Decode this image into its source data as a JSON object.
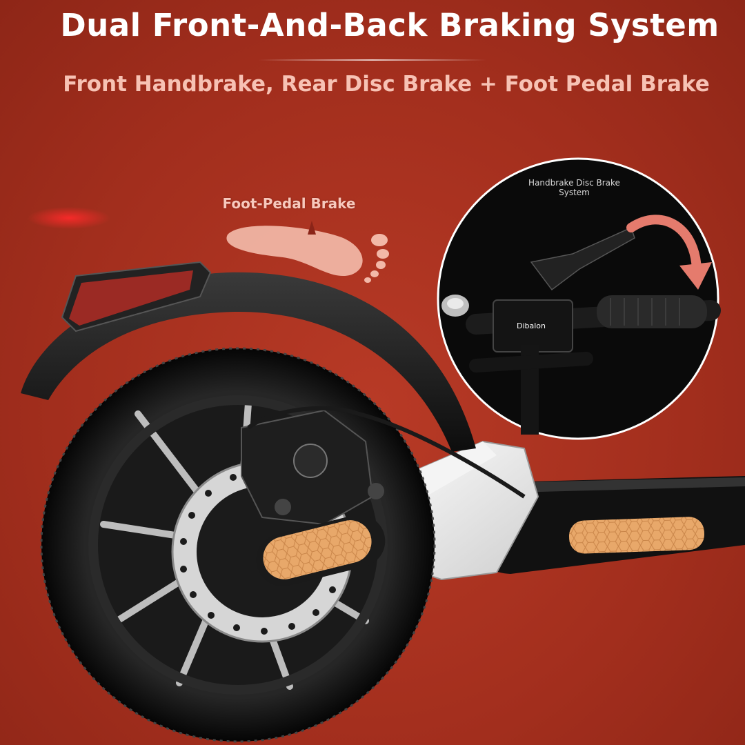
{
  "header": {
    "title": "Dual Front-And-Back Braking System",
    "subtitle": "Front Handbrake, Rear Disc Brake + Foot Pedal Brake"
  },
  "callouts": {
    "foot_pedal": "Foot-Pedal Brake",
    "inset_caption": "Handbrake Disc Brake System"
  },
  "inset": {
    "brand_text": "Dibalon"
  },
  "colors": {
    "background": "#a8301f",
    "title": "#ffffff",
    "subtitle": "#f7c2b4",
    "reflector": "#e8a86a"
  },
  "icons": [
    "footprint-icon",
    "curved-arrow-icon",
    "bell-icon"
  ]
}
